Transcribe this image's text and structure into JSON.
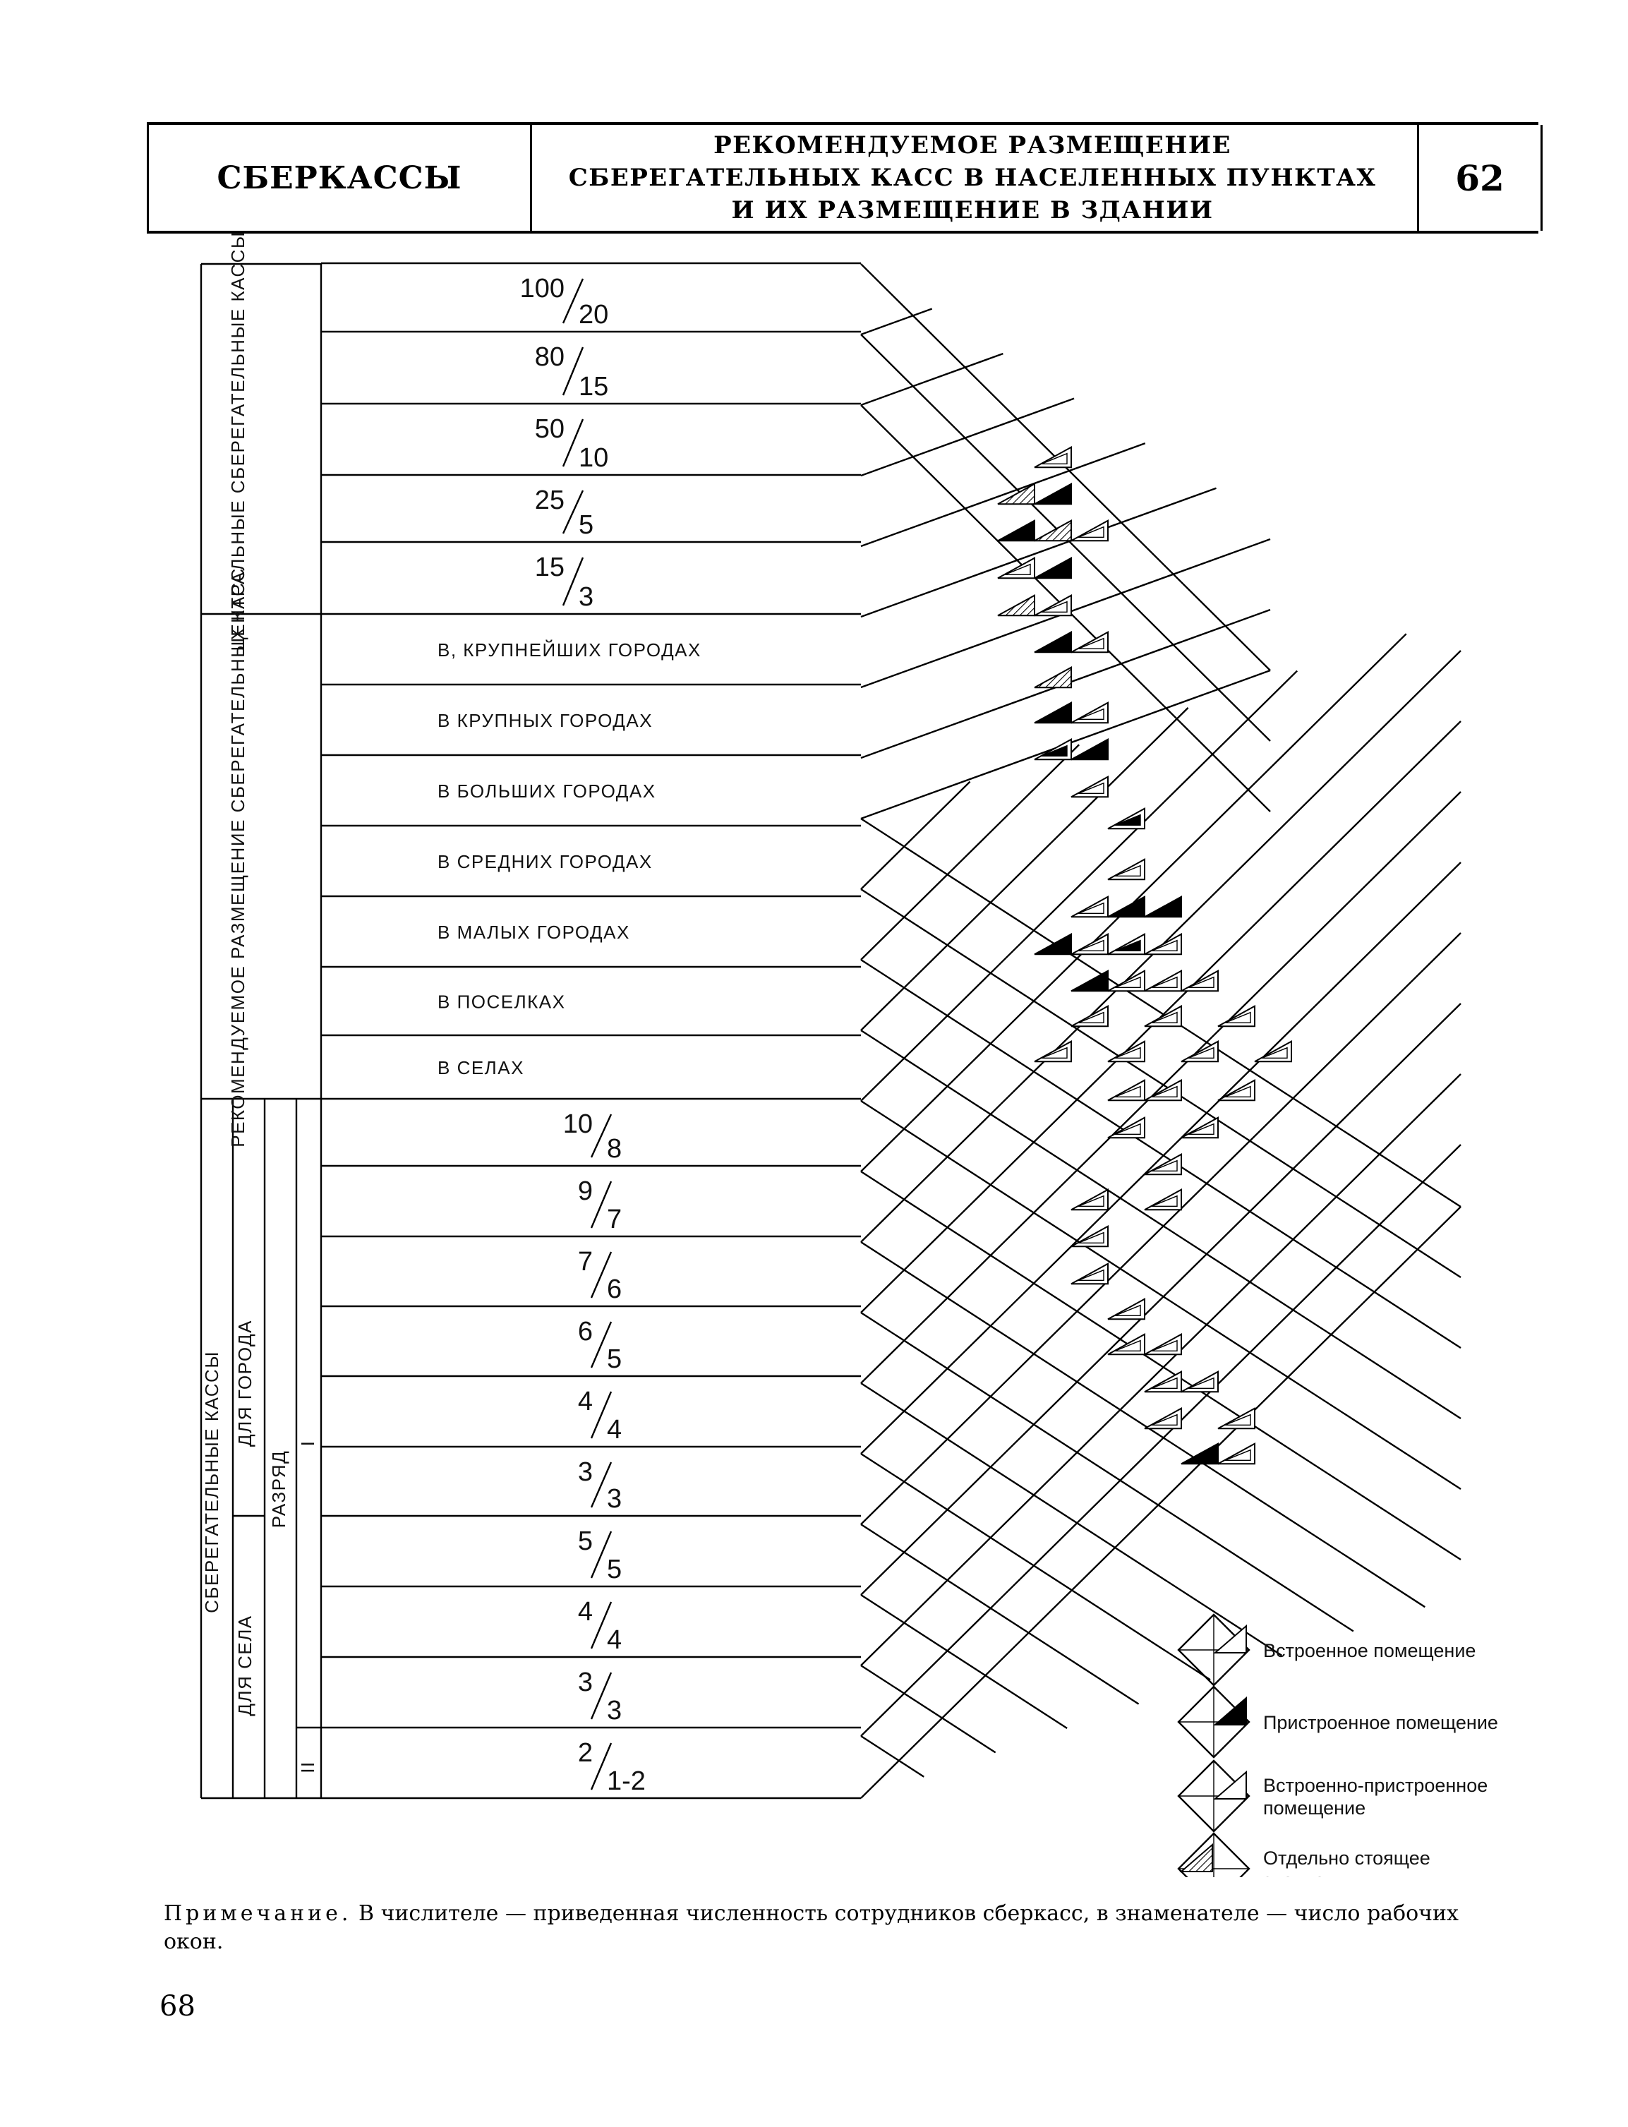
{
  "header": {
    "section": "СБЕРКАССЫ",
    "title_lines": [
      "РЕКОМЕНДУЕМОЕ РАЗМЕЩЕНИЕ",
      "СБЕРЕГАТЕЛЬНЫХ КАСС В НАСЕЛЕННЫХ ПУНКТАХ",
      "И ИХ РАЗМЕЩЕНИЕ В ЗДАНИИ"
    ],
    "sheet_number": "62"
  },
  "groups": {
    "central": "ЦЕНТРАЛЬНЫЕ СБЕРЕГАТЕЛЬНЫЕ КАССЫ",
    "recommended": "РЕКОМЕНДУЕМОЕ РАЗМЕЩЕНИЕ СБЕРЕГАТЕЛЬНЫХ КАСС",
    "savings": "СБЕРЕГАТЕЛЬНЫЕ КАССЫ",
    "for_city": "ДЛЯ ГОРОДА",
    "for_village": "ДЛЯ СЕЛА",
    "category": "РАЗРЯД",
    "category_1": "I",
    "category_2": "II"
  },
  "central_rows": [
    {
      "num": "100",
      "den": "20"
    },
    {
      "num": "80",
      "den": "15"
    },
    {
      "num": "50",
      "den": "10"
    },
    {
      "num": "25",
      "den": "5"
    },
    {
      "num": "15",
      "den": "3"
    }
  ],
  "location_rows": [
    "В, КРУПНЕЙШИХ ГОРОДАХ",
    "В КРУПНЫХ ГОРОДАХ",
    "В БОЛЬШИХ ГОРОДАХ",
    "В СРЕДНИХ ГОРОДАХ",
    "В МАЛЫХ ГОРОДАХ",
    "В ПОСЕЛКАХ",
    "В СЕЛАХ"
  ],
  "office_rows": [
    {
      "num": "10",
      "den": "8"
    },
    {
      "num": "9",
      "den": "7"
    },
    {
      "num": "7",
      "den": "6"
    },
    {
      "num": "6",
      "den": "5"
    },
    {
      "num": "4",
      "den": "4"
    },
    {
      "num": "3",
      "den": "3"
    },
    {
      "num": "5",
      "den": "5"
    },
    {
      "num": "4",
      "den": "4"
    },
    {
      "num": "3",
      "den": "3"
    },
    {
      "num": "2",
      "den": "1-2"
    }
  ],
  "legend": [
    {
      "label": "Встроенное помещение",
      "type": "built-in"
    },
    {
      "label": "Пристроенное помещение",
      "type": "attached"
    },
    {
      "label": "Встроенно-пристроенное помещение",
      "type": "built-in-attached"
    },
    {
      "label": "Отдельно стоящее здание",
      "type": "detached"
    }
  ],
  "note": {
    "prefix": "Примечание.",
    "text": "В числителе — приведенная численность сотрудников сберкасс, в знаменателе — число рабочих окон."
  },
  "page_number": "68"
}
